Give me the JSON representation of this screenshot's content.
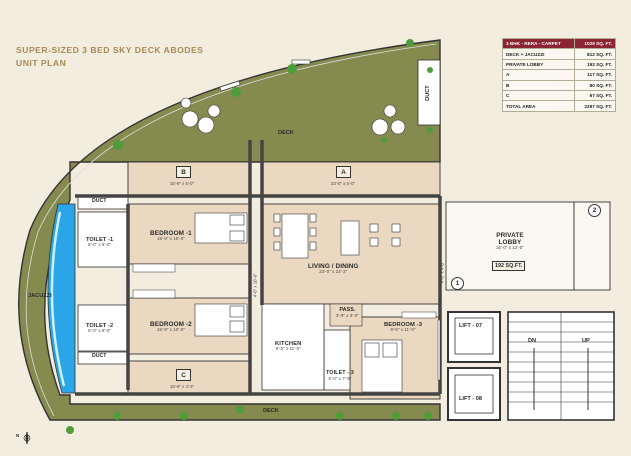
{
  "title": {
    "line1": "SUPER-SIZED 3 BED SKY DECK ABODES",
    "line2": "UNIT PLAN"
  },
  "area_table": {
    "header": {
      "label": "3 BHK - RERA - CARPET",
      "value": "1029 SQ. FT."
    },
    "rows": [
      {
        "label": "DECK + JACUZZI",
        "value": "812 SQ. FT."
      },
      {
        "label": "PRIVATE LOBBY",
        "value": "192 SQ. FT."
      },
      {
        "label": "A",
        "value": "117 SQ. FT."
      },
      {
        "label": "B",
        "value": "80 SQ. FT."
      },
      {
        "label": "C",
        "value": "67 SQ. FT."
      },
      {
        "label": "TOTAL AREA",
        "value": "2297 SQ. FT."
      }
    ]
  },
  "rooms": {
    "deck_top": "DECK",
    "deck_bottom": "DECK",
    "duct_top_right": "DUCT",
    "duct_left_1": "DUCT",
    "duct_left_2": "DUCT",
    "jacuzzi": "JACUZZI",
    "box_a": {
      "name": "A",
      "dim": "23'-0\" x 5'-0\""
    },
    "box_b": {
      "name": "B",
      "dim": "15'-9\" x 5'-0\""
    },
    "box_c": {
      "name": "C",
      "dim": "15'-9\" x 4'-3\""
    },
    "bedroom1": {
      "name": "BEDROOM -1",
      "dim": "15'-9\" x 10'-0\""
    },
    "bedroom2": {
      "name": "BEDROOM -2",
      "dim": "15'-9\" x 10'-0\""
    },
    "bedroom3": {
      "name": "BEDROOM -3",
      "dim": "9'-6\" x 11'-0\""
    },
    "toilet1": {
      "name": "TOILET -1",
      "dim": "8'-0\" x 8'-0\""
    },
    "toilet2": {
      "name": "TOILET -2",
      "dim": "8'-0\" x 8'-0\""
    },
    "toilet3": {
      "name": "TOILET - 3",
      "dim": "5'-0\" x 7'-9\""
    },
    "living": {
      "name": "LIVING / DINING",
      "dim": "23'-0\" x 23'-3\""
    },
    "passage": {
      "name": "PASS.",
      "dim": "3'-9\" x 3'-0\""
    },
    "kitchen": {
      "name": "KITCHEN",
      "dim": "8'-0\" x 11'-0\""
    },
    "corr_left": "4'-0\" x 10'-0\"",
    "corr_right": "4'-0\" x 4'-0\"",
    "lobby": {
      "name1": "PRIVATE",
      "name2": "LOBBY",
      "dim": "16'-0\" x 12'-0\"",
      "area": "192 SQ.FT."
    },
    "lift1": "LIFT - 07",
    "lift2": "LIFT - 08",
    "stair_dn": "DN",
    "stair_up": "UP",
    "marker1": "1",
    "marker2": "2",
    "compass": "N"
  }
}
